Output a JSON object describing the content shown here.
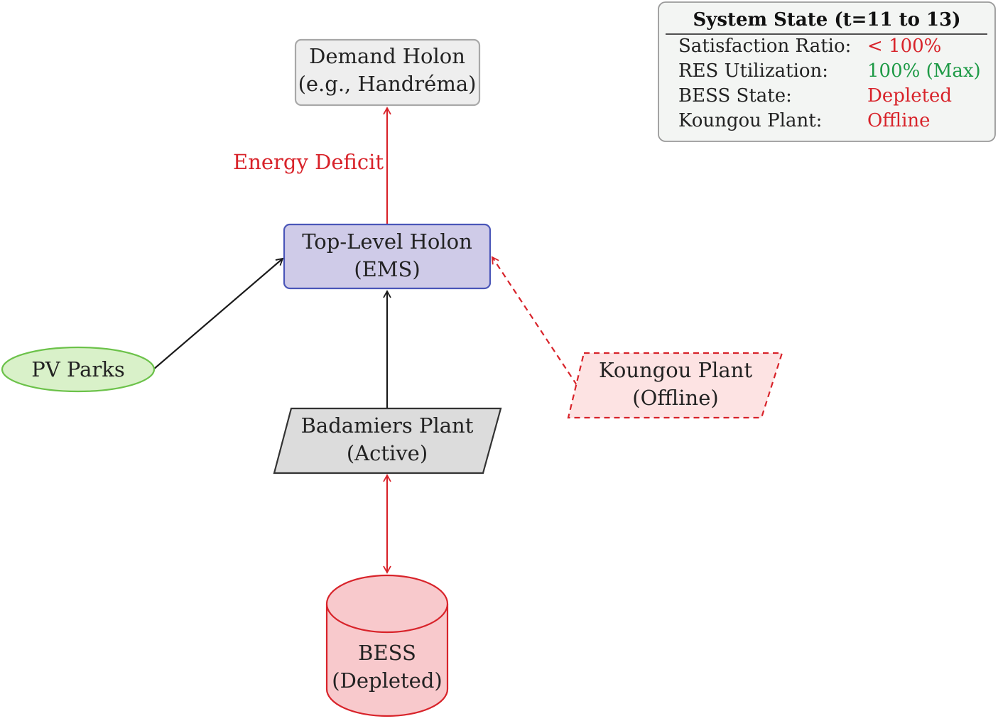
{
  "colors": {
    "red": "#d8232a",
    "green": "#1e9a46",
    "black": "#1a1a1a",
    "demand_fill": "#eeeeee",
    "demand_stroke": "#a8a8a8",
    "ems_fill": "#cfcbe8",
    "ems_stroke": "#4a56b8",
    "pv_fill": "#d9f1c9",
    "pv_stroke": "#6cc24a",
    "plant_fill": "#dcdcdc",
    "koungou_fill": "#fde3e3",
    "bess_fill": "#f8c9cc",
    "state_fill": "#f3f5f3",
    "state_stroke": "#9a9a9a"
  },
  "nodes": {
    "demand": {
      "line1": "Demand Holon",
      "line2": "(e.g., Handréma)"
    },
    "ems": {
      "line1": "Top-Level Holon",
      "line2": "(EMS)"
    },
    "pv": {
      "line1": "PV Parks"
    },
    "badamiers": {
      "line1": "Badamiers Plant",
      "line2": "(Active)"
    },
    "koungou": {
      "line1": "Koungou Plant",
      "line2": "(Offline)"
    },
    "bess": {
      "line1": "BESS",
      "line2": "(Depleted)"
    }
  },
  "edges": {
    "energy_deficit_label": "Energy Deficit"
  },
  "system_state": {
    "title": "System State (t=11 to 13)",
    "rows": [
      {
        "key": "Satisfaction Ratio:",
        "value": "< 100%",
        "color": "red"
      },
      {
        "key": "RES Utilization:",
        "value": "100% (Max)",
        "color": "green"
      },
      {
        "key": "BESS State:",
        "value": "Depleted",
        "color": "red"
      },
      {
        "key": "Koungou Plant:",
        "value": "Offline",
        "color": "red"
      }
    ]
  }
}
